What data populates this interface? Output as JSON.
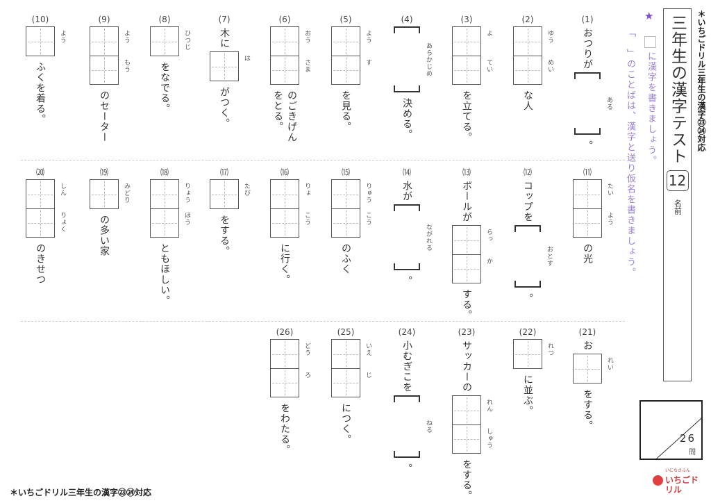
{
  "header": {
    "title": "三年生の漢字テスト",
    "test_number": "12",
    "name_label": "名前",
    "side_note": "＊いちごドリル三年生の漢字㉓㉔対応"
  },
  "instructions": {
    "line1": "に漢字を書きましょう。",
    "line2": "「　」のことばは、漢字と送り仮名を書きましょう。"
  },
  "score": {
    "total": "26",
    "unit": "問"
  },
  "logo": {
    "top": "いにちさふん",
    "main": "いちごドリル"
  },
  "footer": "＊いちごドリル三年生の漢字㉓㉔対応",
  "colors": {
    "accent": "#7b4fd6",
    "instruction": "#9a7fd0",
    "logo": "#d04040"
  },
  "questions": [
    {
      "num": "(1)",
      "pre": "おつりが",
      "type": "bracket",
      "furi": [
        "ある"
      ],
      "post": "。"
    },
    {
      "num": "(2)",
      "pre": "",
      "type": "box",
      "furi": [
        "ゆう",
        "めい"
      ],
      "post": "な人"
    },
    {
      "num": "(3)",
      "pre": "",
      "type": "box",
      "furi": [
        "よ",
        "てい"
      ],
      "post": "を立てる。"
    },
    {
      "num": "(4)",
      "pre": "",
      "type": "bracket",
      "furi": [
        "あらかじめ"
      ],
      "post": "決める。"
    },
    {
      "num": "(5)",
      "pre": "",
      "type": "box",
      "furi": [
        "よう",
        "す"
      ],
      "post": "を見る。"
    },
    {
      "num": "(6)",
      "pre": "",
      "type": "box",
      "furi": [
        "おう",
        "さま"
      ],
      "post": "のごきげんをとる。"
    },
    {
      "num": "(7)",
      "pre": "木に",
      "type": "box",
      "furi": [
        "は"
      ],
      "post": "がつく。"
    },
    {
      "num": "(8)",
      "pre": "",
      "type": "box",
      "furi": [
        "ひつじ"
      ],
      "post": "をなでる。"
    },
    {
      "num": "(9)",
      "pre": "",
      "type": "box",
      "furi": [
        "よう",
        "もう"
      ],
      "post": "のセーター"
    },
    {
      "num": "(10)",
      "pre": "",
      "type": "box",
      "furi": [
        "よう"
      ],
      "post": "ふくを着る。"
    },
    {
      "num": "⑾",
      "pre": "",
      "type": "box",
      "furi": [
        "たい",
        "よう"
      ],
      "post": "の光"
    },
    {
      "num": "⑿",
      "pre": "コップを",
      "type": "bracket",
      "furi": [
        "おとす"
      ],
      "post": "。"
    },
    {
      "num": "⒀",
      "pre": "ボールが",
      "type": "box",
      "furi": [
        "らっ",
        "か"
      ],
      "post": "する。"
    },
    {
      "num": "⒁",
      "pre": "水が",
      "type": "bracket",
      "furi": [
        "ながれる"
      ],
      "post": "。"
    },
    {
      "num": "⒂",
      "pre": "",
      "type": "box",
      "furi": [
        "りゅう",
        "こう"
      ],
      "post": "のふく"
    },
    {
      "num": "⒃",
      "pre": "",
      "type": "box",
      "furi": [
        "りょ",
        "こう"
      ],
      "post": "に行く。"
    },
    {
      "num": "⒄",
      "pre": "",
      "type": "box",
      "furi": [
        "たび"
      ],
      "post": "をする。"
    },
    {
      "num": "⒅",
      "pre": "",
      "type": "box",
      "furi": [
        "りょう",
        "ほう"
      ],
      "post": "ともほしい。"
    },
    {
      "num": "⒆",
      "pre": "",
      "type": "box",
      "furi": [
        "みどり"
      ],
      "post": "の多い家"
    },
    {
      "num": "⒇",
      "pre": "",
      "type": "box",
      "furi": [
        "しん",
        "りょく"
      ],
      "post": "のきせつ"
    },
    {
      "num": "(21)",
      "pre": "お",
      "type": "box",
      "furi": [
        "れい"
      ],
      "post": "をする。"
    },
    {
      "num": "(22)",
      "pre": "",
      "type": "box",
      "furi": [
        "れつ"
      ],
      "post": "に並ぶ。"
    },
    {
      "num": "(23)",
      "pre": "サッカーの",
      "type": "box",
      "furi": [
        "れん",
        "しゅう"
      ],
      "post": "をする。"
    },
    {
      "num": "(24)",
      "pre": "小むぎこを",
      "type": "bracket",
      "furi": [
        "ねる"
      ],
      "post": "。"
    },
    {
      "num": "(25)",
      "pre": "",
      "type": "box",
      "furi": [
        "いえ",
        "じ"
      ],
      "post": "につく。"
    },
    {
      "num": "(26)",
      "pre": "",
      "type": "box",
      "furi": [
        "どう",
        "ろ"
      ],
      "post": "をわたる。"
    }
  ]
}
